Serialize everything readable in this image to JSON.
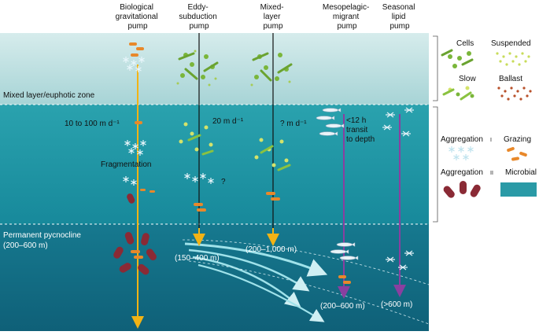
{
  "headers": {
    "bgp": [
      "Biological",
      "gravitational",
      "pump"
    ],
    "eddy": [
      "Eddy-",
      "subduction",
      "pump"
    ],
    "mixed": [
      "Mixed-",
      "layer",
      "pump"
    ],
    "meso": [
      "Mesopelagic-",
      "migrant",
      "pump"
    ],
    "lipid": [
      "Seasonal",
      "lipid",
      "pump"
    ]
  },
  "zones": {
    "mixed_layer": "Mixed layer/euphotic zone",
    "pycnocline": [
      "Permanent pycnocline",
      "(200–600 m)"
    ]
  },
  "annotations": {
    "bgp_rate": "10 to 100 m d⁻¹",
    "fragmentation": "Fragmentation",
    "eddy_rate": "20 m d⁻¹",
    "eddy_question": "?",
    "mixed_rate": "? m d⁻¹",
    "meso_transit": [
      "<12 h",
      "transit",
      "to depth"
    ],
    "eddy_depth": "(150–400 m)",
    "mixed_depth": "(200–1,000 m)",
    "meso_depth": "(200–600 m)",
    "lipid_depth": "(>600 m)"
  },
  "legend": {
    "cells": "Cells",
    "suspended": "Suspended",
    "slow": "Slow",
    "ballast": "Ballast",
    "aggregation1": "Aggregation",
    "aggregation1_mark": "I",
    "aggregation2": "Aggregation",
    "aggregation2_mark": "II",
    "grazing": "Grazing",
    "microbial": "Microbial"
  },
  "colors": {
    "surface_water": "#bfe0e0",
    "mid_water": "#1f95a3",
    "deep_water": "#156f85",
    "gravity_arrow": "#f2b315",
    "migrant_arrow": "#8a3fa0",
    "fecal_pellet": "#e8882a",
    "aggregate_dark": "#8a2a35",
    "phyto_green": "#7ab63a",
    "microbial": "#2a9aa6"
  }
}
